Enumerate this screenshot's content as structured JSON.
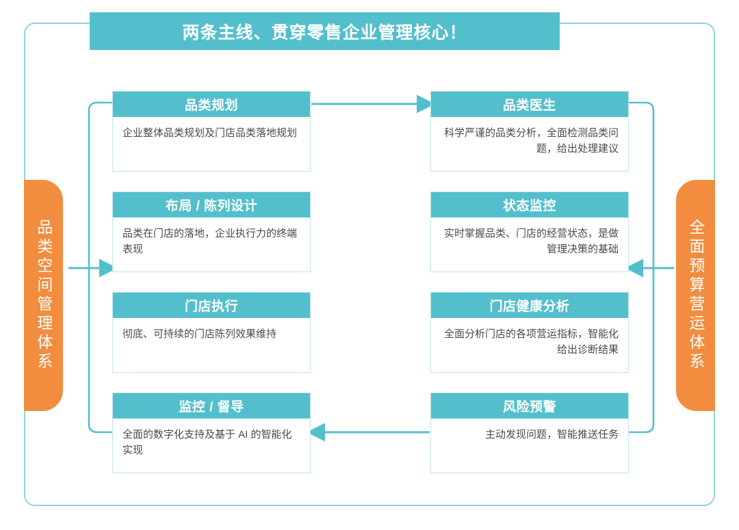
{
  "banner": {
    "title": "两条主线、贯穿零售企业管理核心！"
  },
  "sidebars": {
    "left": {
      "label": "品类空间管理体系",
      "color": "#F28C3E"
    },
    "right": {
      "label": "全面预算营运体系",
      "color": "#F28C3E"
    }
  },
  "theme": {
    "accent_teal": "#54BFCC",
    "border_teal": "#8FD3DE",
    "card_border": "#BFE4EA",
    "orange": "#F28C3E",
    "body_text": "#4A4A4A"
  },
  "columns": {
    "left": {
      "cards": [
        {
          "title": "品类规划",
          "desc": "企业整体品类规划及门店品类落地规划"
        },
        {
          "title": "布局 / 陈列设计",
          "desc": "品类在门店的落地，企业执行力的终端表现"
        },
        {
          "title": "门店执行",
          "desc": "彻底、可持续的门店陈列效果维持"
        },
        {
          "title": "监控 / 督导",
          "desc": "全面的数字化支持及基于 AI 的智能化实现"
        }
      ]
    },
    "right": {
      "cards": [
        {
          "title": "品类医生",
          "desc": "科学严谨的品类分析，全面检测品类问题，给出处理建议"
        },
        {
          "title": "状态监控",
          "desc": "实时掌握品类、门店的经营状态，是做管理决策的基础"
        },
        {
          "title": "门店健康分析",
          "desc": "全面分析门店的各项营运指标，智能化给出诊断结果"
        },
        {
          "title": "风险预警",
          "desc": "主动发现问题，智能推送任务"
        }
      ]
    }
  },
  "connectors": [
    {
      "name": "top-arrow-left-to-right",
      "direction": "right"
    },
    {
      "name": "bottom-arrow-right-to-left",
      "direction": "left"
    },
    {
      "name": "left-loop-arrow-into-column",
      "direction": "right"
    },
    {
      "name": "right-loop-arrow-into-column",
      "direction": "left"
    }
  ]
}
